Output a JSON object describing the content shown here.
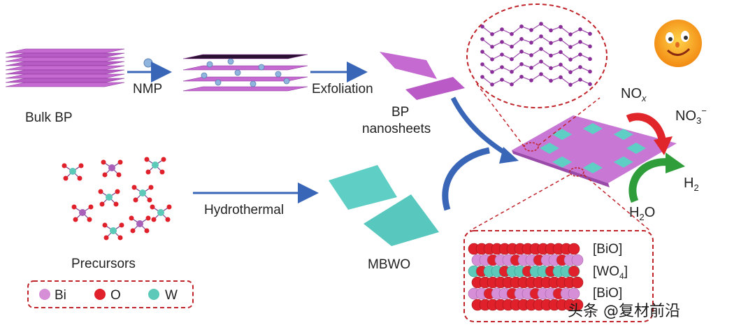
{
  "labels": {
    "bulk_bp": "Bulk BP",
    "nmp": "NMP",
    "exfoliation": "Exfoliation",
    "bp_nanosheets_line1": "BP",
    "bp_nanosheets_line2": "nanosheets",
    "precursors": "Precursors",
    "hydrothermal": "Hydrothermal",
    "mbwo": "MBWO",
    "nox_main": "NO",
    "nox_sub": "x",
    "no3_main": "NO",
    "no3_sub": "3",
    "no3_sup": "−",
    "h2_main": "H",
    "h2_sub": "2",
    "h2o_main": "H",
    "h2o_sub": "2",
    "h2o_tail": "O",
    "layer1": "[BiO]",
    "layer2_main": "[WO",
    "layer2_sub": "4",
    "layer2_tail": "]",
    "layer3": "[BiO]",
    "watermark": "头条 @复材前沿"
  },
  "legend": [
    {
      "label": "Bi",
      "color": "#d68fd6"
    },
    {
      "label": "O",
      "color": "#e0202a"
    },
    {
      "label": "W",
      "color": "#5cc9b9"
    }
  ],
  "colors": {
    "bp_purple": "#c46ad0",
    "bp_dark": "#8a2f9a",
    "mbwo_cyan": "#5fcfc6",
    "arrow_blue": "#3a66b7",
    "red_arrow": "#e1262b",
    "green_arrow": "#2f9d3a",
    "dashed_red": "#c0232a"
  },
  "icons": [
    "sun-icon"
  ]
}
